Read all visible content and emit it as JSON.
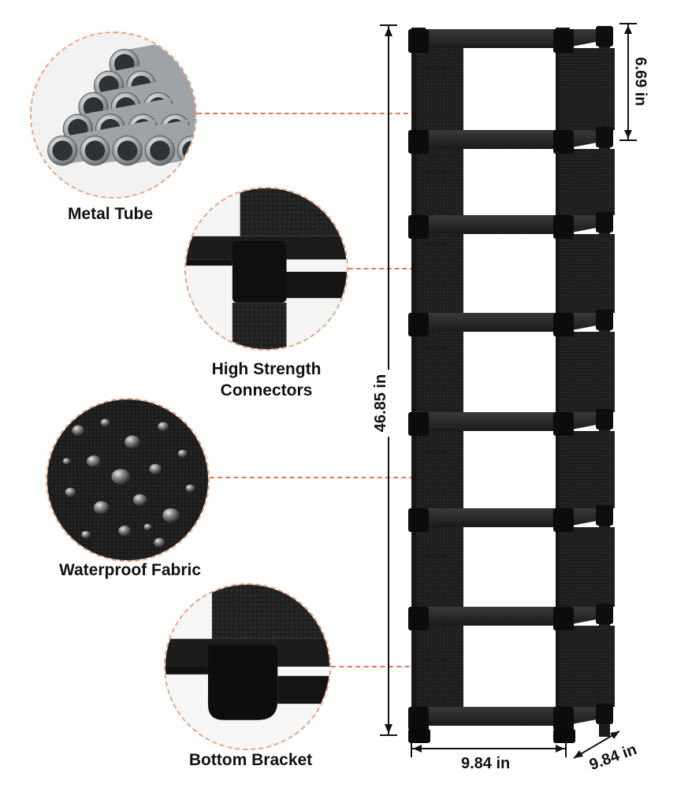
{
  "features": [
    {
      "id": "metal-tube",
      "label_lines": [
        "Metal Tube"
      ]
    },
    {
      "id": "connectors",
      "label_lines": [
        "High Strength",
        "Connectors"
      ]
    },
    {
      "id": "fabric",
      "label_lines": [
        "Waterproof Fabric"
      ]
    },
    {
      "id": "bracket",
      "label_lines": [
        "Bottom Bracket"
      ]
    }
  ],
  "dimensions": {
    "total_height": "46.85 in",
    "tier_height": "6.69 in",
    "width": "9.84 in",
    "depth": "9.84 in"
  },
  "colors": {
    "accent": "#e8632b",
    "dashed_line": "#e07b4f",
    "rack": "#1a1a1a"
  }
}
